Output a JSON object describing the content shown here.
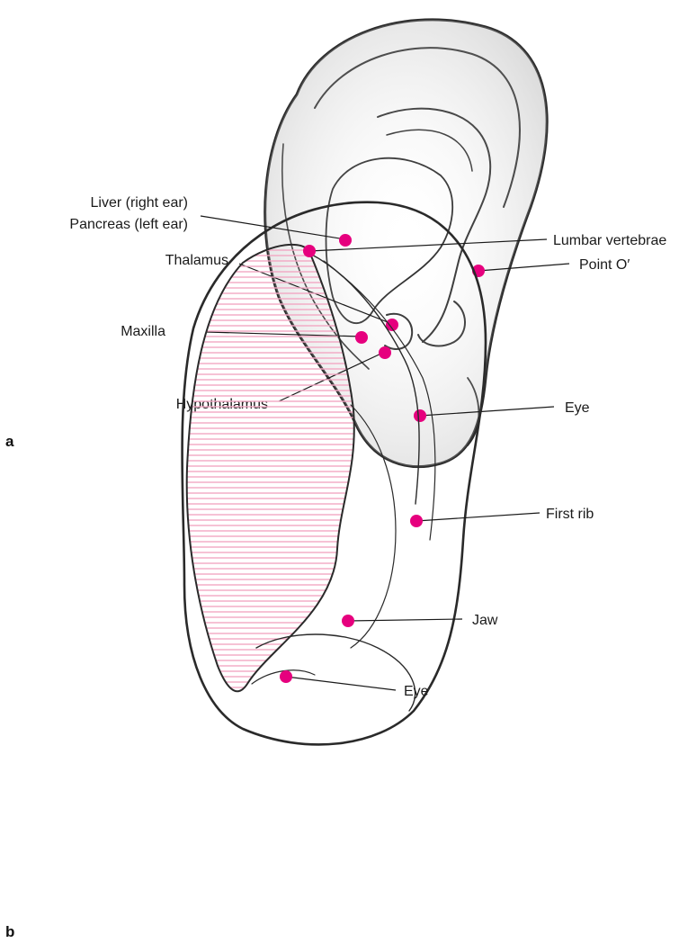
{
  "figure_a": {
    "panel_label": "a",
    "labels": {
      "liver_line1": "Liver (right ear)",
      "liver_line2": "Pancreas (left ear)",
      "thalamus": "Thalamus",
      "maxilla": "Maxilla",
      "hypothalamus": "Hypothalamus",
      "point_o": "Point O′",
      "eye": "Eye"
    }
  },
  "figure_b": {
    "panel_label": "b",
    "labels": {
      "lumbar": "Lumbar vertebrae",
      "first_rib": "First rib",
      "jaw": "Jaw",
      "eye": "Eye"
    }
  },
  "colors": {
    "point": "#e6007e",
    "hatch": "#f2a7c3"
  }
}
